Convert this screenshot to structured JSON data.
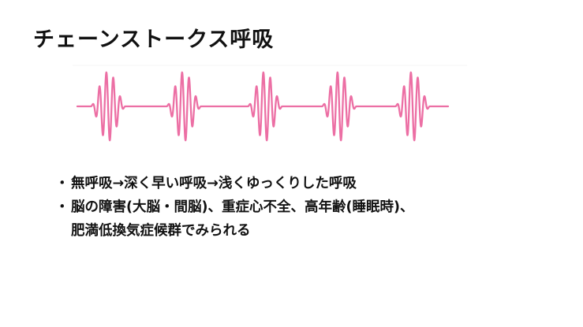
{
  "title": "チェーンストークス呼吸",
  "bullet_marker": "・",
  "bullets": [
    {
      "lines": [
        "無呼吸→深く早い呼吸→浅くゆっくりした呼吸"
      ]
    },
    {
      "lines": [
        "脳の障害(大脳・間脳)、重症心不全、高年齢(睡眠時)、",
        "肥満低換気症候群でみられる"
      ]
    }
  ],
  "colors": {
    "wave": "#ec6fa4",
    "text": "#111111"
  }
}
